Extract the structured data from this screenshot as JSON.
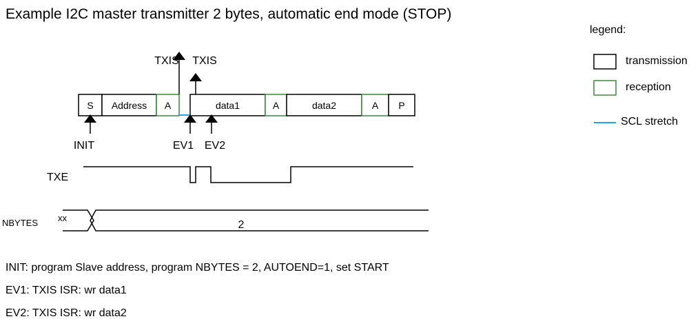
{
  "title": "Example I2C master transmitter 2 bytes, automatic end mode (STOP)",
  "colors": {
    "transmission": "#000000",
    "reception": "#3a8a3a",
    "scl_stretch": "#29a3e0"
  },
  "legend": {
    "heading": "legend:",
    "transmission": "transmission",
    "reception": "reception",
    "scl_stretch": "SCL stretch"
  },
  "frame": {
    "cells": [
      {
        "label": "S",
        "type": "transmission"
      },
      {
        "label": "Address",
        "type": "transmission"
      },
      {
        "label": "A",
        "type": "reception"
      },
      {
        "label": "data1",
        "type": "transmission"
      },
      {
        "label": "A",
        "type": "reception"
      },
      {
        "label": "data2",
        "type": "transmission"
      },
      {
        "label": "A",
        "type": "reception"
      },
      {
        "label": "P",
        "type": "transmission"
      }
    ]
  },
  "events": {
    "txis_1": "TXIS",
    "txis_2": "TXIS",
    "init": "INIT",
    "ev1": "EV1",
    "ev2": "EV2"
  },
  "signals": {
    "txe": "TXE",
    "nbytes": "NBYTES",
    "nbytes_before": "xx",
    "nbytes_value": "2"
  },
  "notes": {
    "init": "INIT: program Slave address, program NBYTES = 2, AUTOEND=1, set START",
    "ev1": "EV1: TXIS ISR: wr data1",
    "ev2": "EV2: TXIS ISR: wr data2"
  }
}
